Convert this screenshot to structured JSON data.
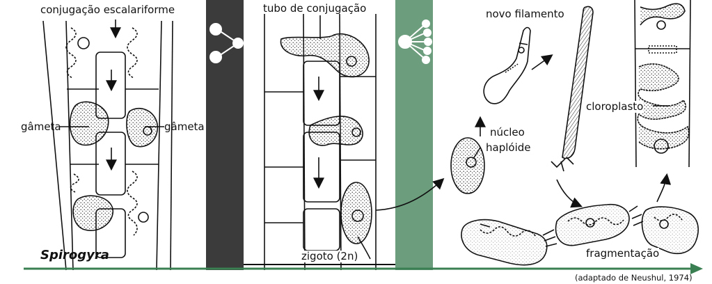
{
  "title": "Spirogyra",
  "credit": "(adaptado de Neushul, 1974)",
  "labels": {
    "conjugacao": "conjugação escalariforme",
    "gameta_left": "gâmeta",
    "gameta_right": "gâmeta",
    "tubo": "tubo de conjugação",
    "zigoto": "zigoto (2n)",
    "novo_filamento": "novo filamento",
    "nucleo": "núcleo",
    "haploide": "haplóide",
    "cloroplasto": "cloroplasto",
    "fragmentacao": "fragmentação"
  },
  "colors": {
    "dark_band": "#3b3b3b",
    "green_band": "#6c9e7e",
    "timeline": "#3a7f52",
    "ink": "#111111"
  }
}
